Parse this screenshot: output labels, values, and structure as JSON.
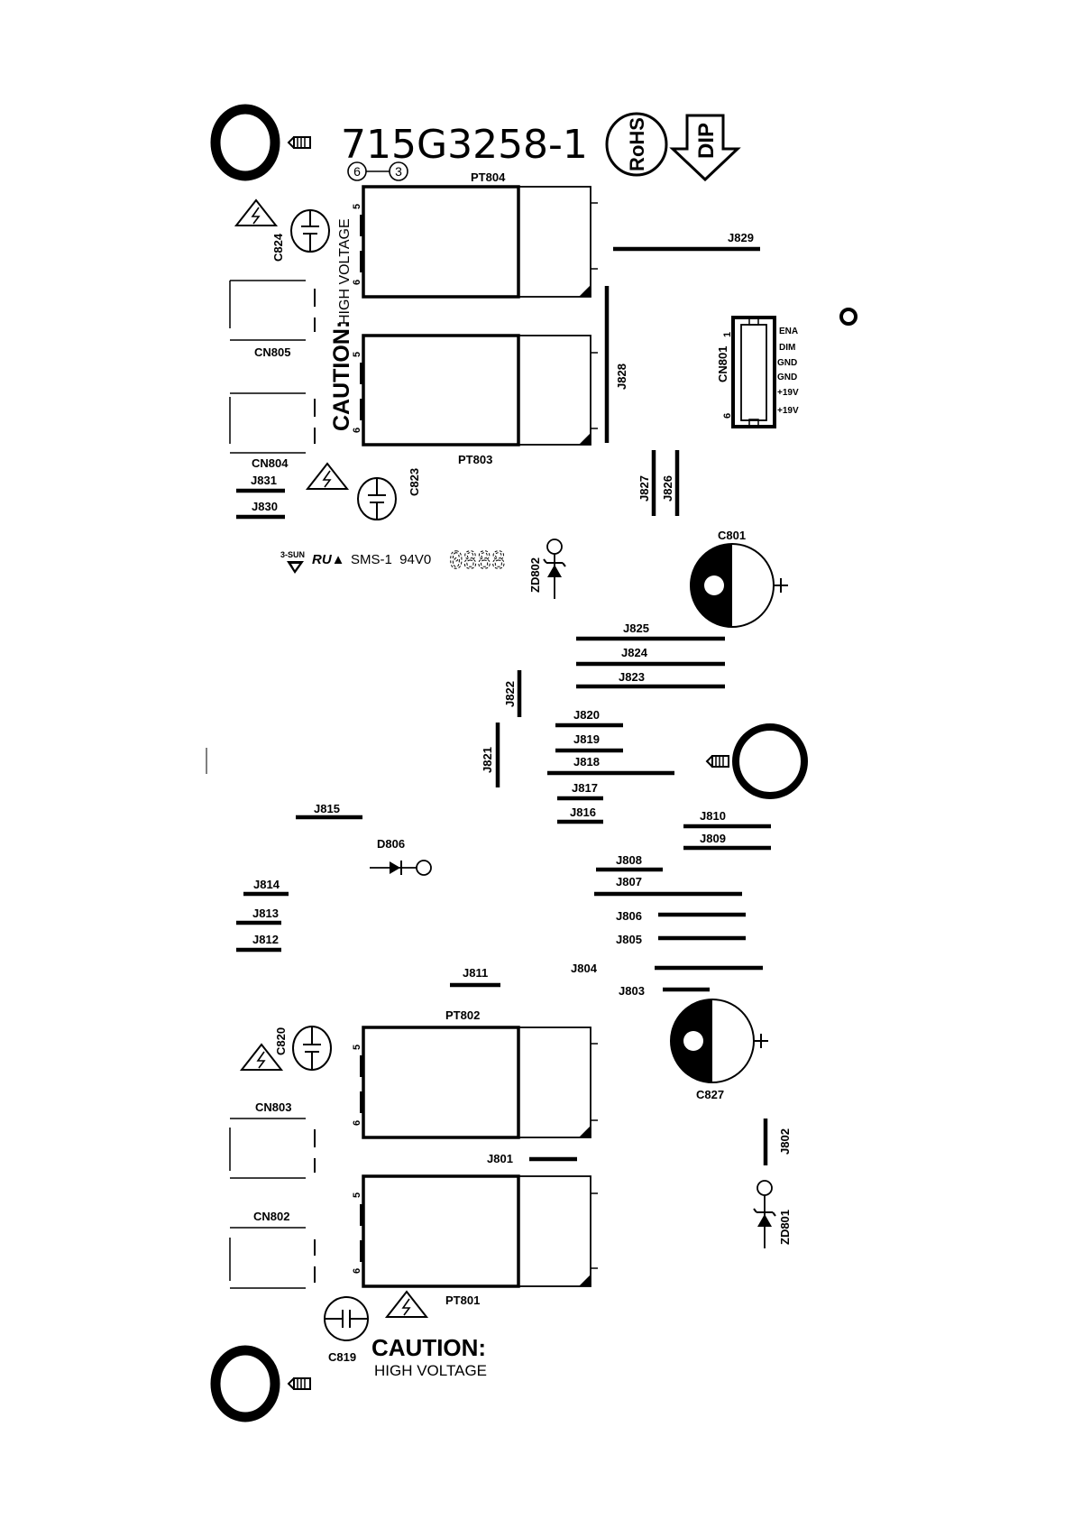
{
  "header": {
    "part_number": "715G3258-1",
    "version_left": "6",
    "version_right": "3",
    "rohs": "RoHS",
    "dip": "DIP"
  },
  "caution": {
    "word": "CAUTION:",
    "subtitle": "HIGH VOLTAGE"
  },
  "maker": {
    "logo_text": "3-SUN",
    "ul_mark": "RU▲",
    "grade": "SMS-1  94V0",
    "date_code": "0888"
  },
  "transformers": {
    "pt804": "PT804",
    "pt803": "PT803",
    "pt802": "PT802",
    "pt801": "PT801",
    "pin5": "5",
    "pin6": "6"
  },
  "connectors": {
    "cn805": "CN805",
    "cn804": "CN804",
    "cn803": "CN803",
    "cn802": "CN802",
    "cn801": "CN801",
    "cn801_pin1": "1",
    "cn801_pin6": "6",
    "cn801_signals": [
      "ENA",
      "DIM",
      "GND",
      "GND",
      "+19V",
      "+19V"
    ]
  },
  "capacitors": {
    "c824": "C824",
    "c823": "C823",
    "c820": "C820",
    "c819": "C819",
    "c801": "C801",
    "c827": "C827"
  },
  "semis": {
    "zd802": "ZD802",
    "zd801": "ZD801",
    "d806": "D806"
  },
  "jumpers": {
    "j801": "J801",
    "j802": "J802",
    "j803": "J803",
    "j804": "J804",
    "j805": "J805",
    "j806": "J806",
    "j807": "J807",
    "j808": "J808",
    "j809": "J809",
    "j810": "J810",
    "j811": "J811",
    "j812": "J812",
    "j813": "J813",
    "j814": "J814",
    "j815": "J815",
    "j816": "J816",
    "j817": "J817",
    "j818": "J818",
    "j819": "J819",
    "j820": "J820",
    "j821": "J821",
    "j822": "J822",
    "j823": "J823",
    "j824": "J824",
    "j825": "J825",
    "j826": "J826",
    "j827": "J827",
    "j828": "J828",
    "j829": "J829",
    "j830": "J830",
    "j831": "J831"
  }
}
